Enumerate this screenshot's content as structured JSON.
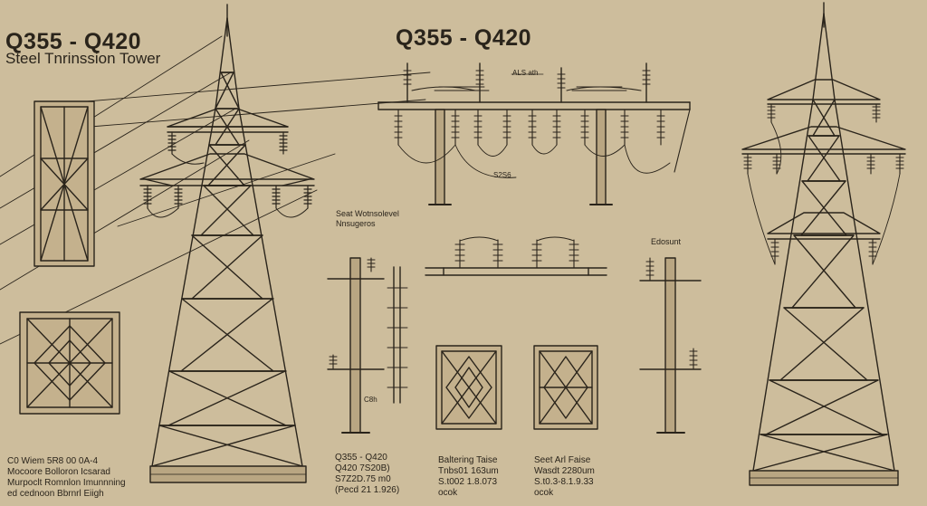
{
  "titles": {
    "left_title": "Q355 - Q420",
    "left_subtitle": "Steel Tnrinssion Tower",
    "center_title": "Q355 - Q420"
  },
  "labels": {
    "top_detail": "ALS ath",
    "mid_detail": "S2S6",
    "section_line1": "Seat Wotnsolevel",
    "section_line2": "Nnsugeros",
    "right_detail": "Edosunt",
    "pole_label": "C8h"
  },
  "notes": {
    "bottom_left": [
      "C0 Wiem 5R8 00 0A-4",
      "Mocoore Bolloron Icsarad",
      "Murpoclt Romnlon Imunnning",
      "ed cednoon Bbrnrl Eiigh"
    ],
    "bottom_center_a": [
      "Q355 - Q420",
      "Q420  7S20B)",
      "S7Z2D.75 m0",
      "(Pecd 21 1.926)"
    ],
    "bottom_center_b": [
      "Baltering Taise",
      "Tnbs01 163um",
      "S.t002 1.8.073",
      "ocok"
    ],
    "bottom_right": [
      "Seet Arl Faise",
      "Wasdt 2280um",
      "S.t0.3-8.1.9.33",
      "ocok"
    ]
  },
  "colors": {
    "paper": "#cdbd9c",
    "ink": "#2a241b",
    "fill": "#b9a682"
  }
}
